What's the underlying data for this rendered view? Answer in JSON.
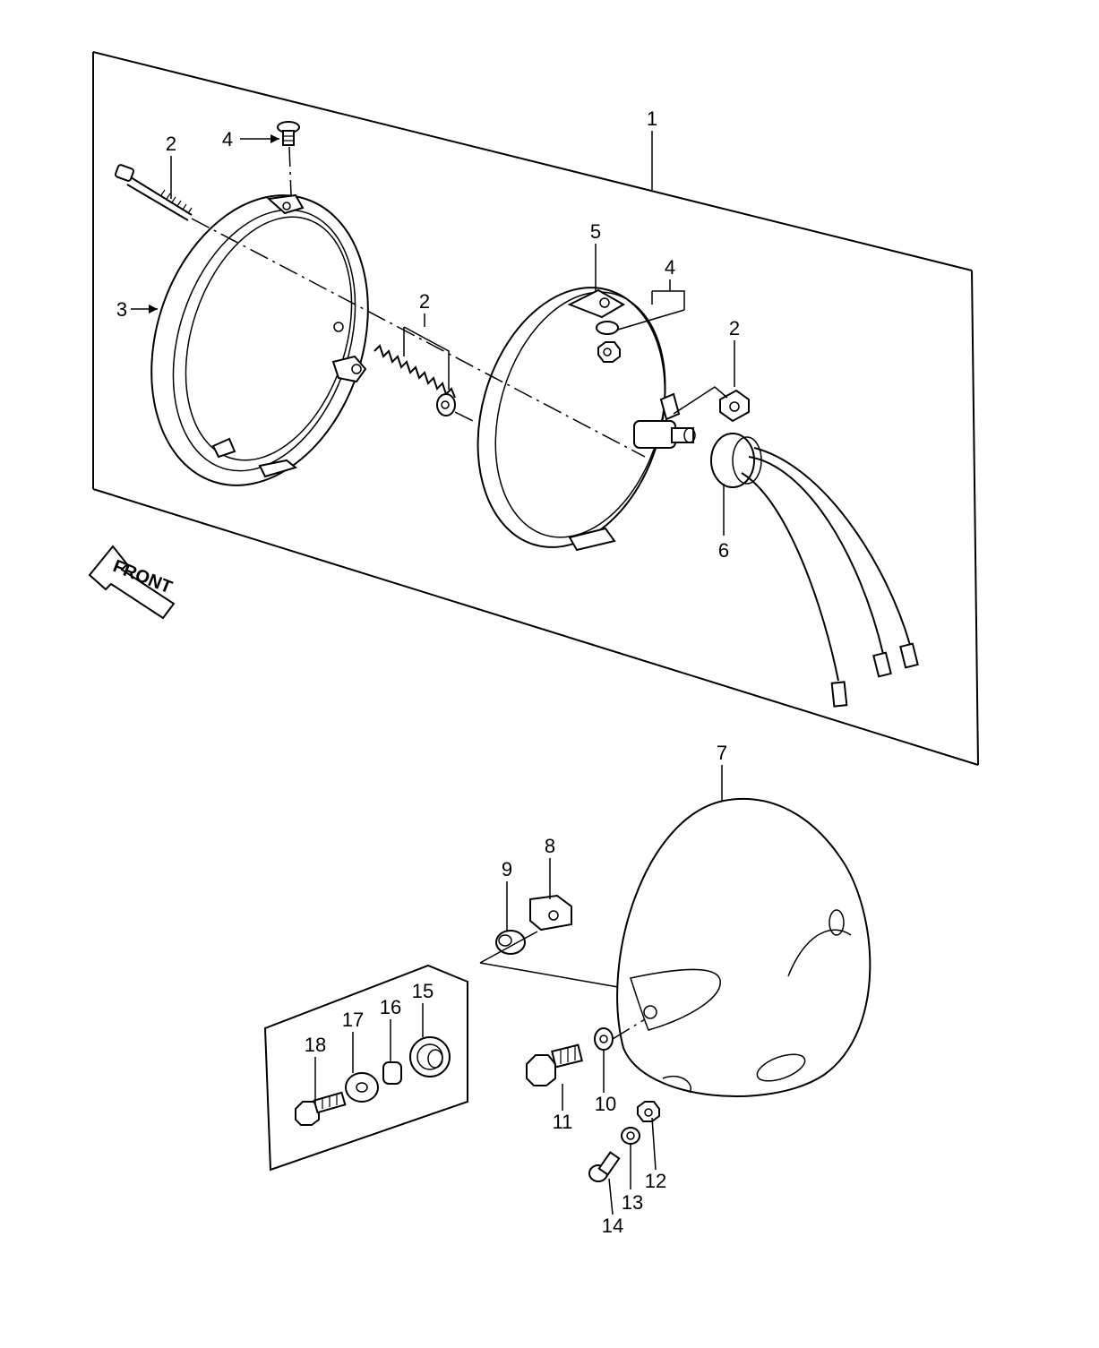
{
  "callouts": [
    {
      "id": "c1",
      "text": "1"
    },
    {
      "id": "c2a",
      "text": "2"
    },
    {
      "id": "c2b",
      "text": "2"
    },
    {
      "id": "c2c",
      "text": "2"
    },
    {
      "id": "c3",
      "text": "3"
    },
    {
      "id": "c4a",
      "text": "4"
    },
    {
      "id": "c4b",
      "text": "4"
    },
    {
      "id": "c5",
      "text": "5"
    },
    {
      "id": "c6",
      "text": "6"
    },
    {
      "id": "c7",
      "text": "7"
    },
    {
      "id": "c8",
      "text": "8"
    },
    {
      "id": "c9",
      "text": "9"
    },
    {
      "id": "c10",
      "text": "10"
    },
    {
      "id": "c11",
      "text": "11"
    },
    {
      "id": "c12",
      "text": "12"
    },
    {
      "id": "c13",
      "text": "13"
    },
    {
      "id": "c14",
      "text": "14"
    },
    {
      "id": "c15",
      "text": "15"
    },
    {
      "id": "c16",
      "text": "16"
    },
    {
      "id": "c17",
      "text": "17"
    },
    {
      "id": "c18",
      "text": "18"
    }
  ],
  "front_arrow": {
    "label": "FRONT"
  }
}
